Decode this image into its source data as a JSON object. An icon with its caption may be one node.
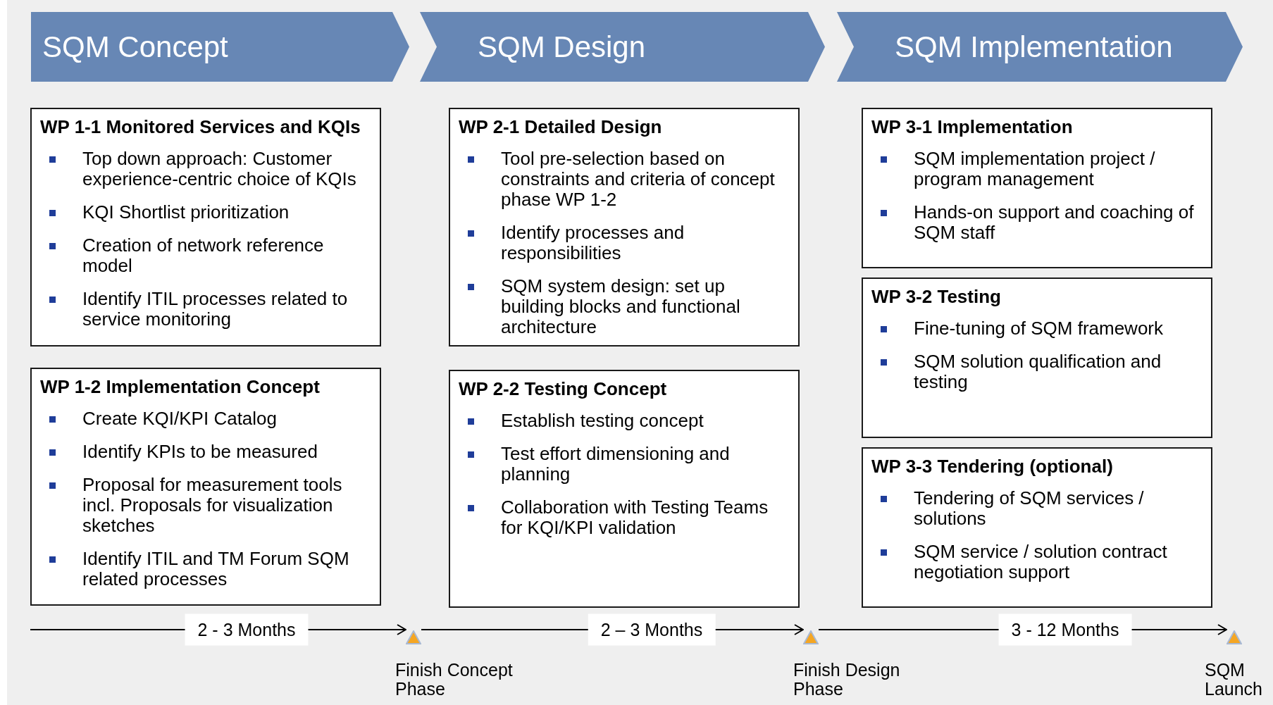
{
  "diagram": {
    "nodes": [
      {
        "text": [
          "SQM Concept"
        ]
      },
      {
        "text": [
          "SQM Design"
        ]
      },
      {
        "text": [
          "SQM Implementation"
        ]
      },
      {
        "text": [
          "WP 1-1 Monitored Services and KQIs",
          "Top down approach:  Customer experience-centric choice of KQIs",
          "KQI Shortlist prioritization",
          "Creation of network reference model",
          "Identify ITIL processes related to service monitoring"
        ]
      },
      {
        "text": [
          "WP 1-2 Implementation Concept",
          "Create KQI/KPI Catalog",
          "Identify KPIs to be measured",
          "Proposal for measurement tools incl. Proposals for visualization sketches",
          "Identify ITIL and TM Forum SQM related processes"
        ]
      },
      {
        "text": [
          "WP 2-1 Detailed Design",
          "Tool pre-selection based on constraints  and criteria of concept phase WP 1-2",
          "Identify processes and responsibilities",
          "SQM system design: set up building blocks and functional architecture"
        ]
      },
      {
        "text": [
          "WP 2-2 Testing Concept",
          "Establish testing concept",
          "Test effort dimensioning and planning",
          "Collaboration with Testing Teams for KQI/KPI validation"
        ]
      },
      {
        "text": [
          "WP 3-1 Implementation",
          "SQM implementation project / program management",
          "Hands-on support and coaching of SQM staff"
        ]
      },
      {
        "text": [
          "WP 3-2 Testing",
          "Fine-tuning of SQM framework",
          "SQM solution qualification and testing"
        ]
      },
      {
        "text": [
          "WP 3-3 Tendering (optional)",
          "Tendering of SQM services / solutions",
          "SQM service / solution contract negotiation support"
        ]
      },
      {
        "text": [],
        "shape": "triangle",
        "beside": [
          "Finish Concept Phase"
        ]
      },
      {
        "text": [],
        "shape": "triangle",
        "beside": [
          "Finish Design Phase"
        ]
      },
      {
        "text": [],
        "shape": "triangle",
        "beside": [
          "SQM Launch"
        ]
      }
    ],
    "edges": [
      {
        "from": null,
        "to": 10,
        "arrow": "to",
        "label": "2 - 3 Months"
      },
      {
        "from": 10,
        "to": 11,
        "arrow": "to",
        "label": "2 – 3 Months"
      },
      {
        "from": 11,
        "to": 12,
        "arrow": "to",
        "label": "3 - 12 Months"
      }
    ]
  }
}
